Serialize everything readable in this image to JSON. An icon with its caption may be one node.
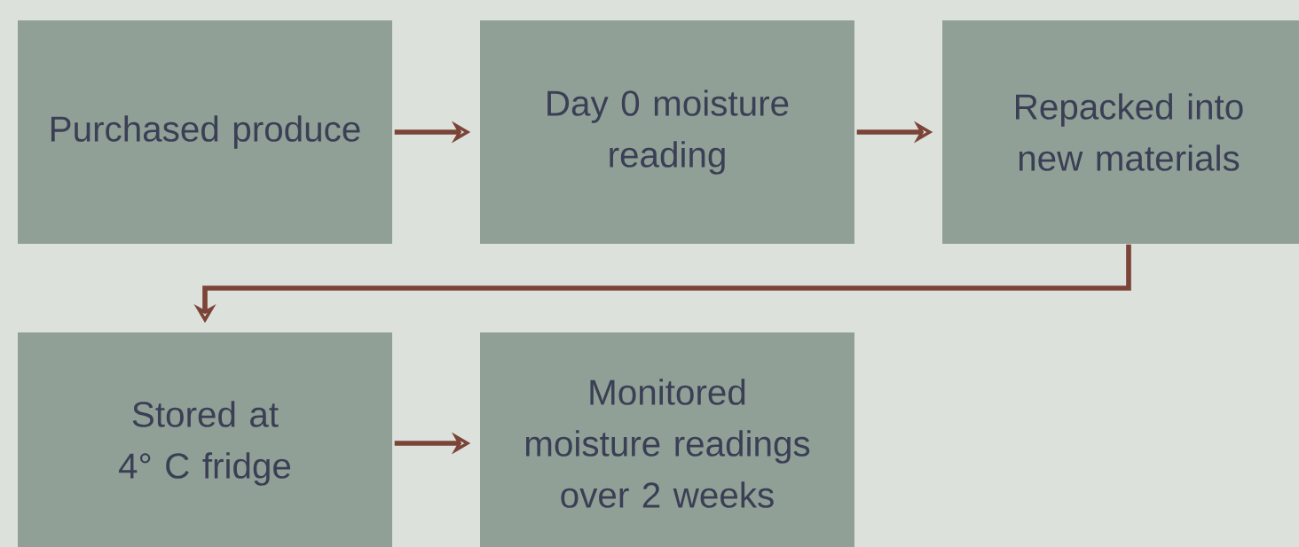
{
  "diagram": {
    "nodes": [
      {
        "text": [
          "Purchased produce"
        ]
      },
      {
        "text": [
          "Day 0 moisture reading"
        ]
      },
      {
        "text": [
          "Repacked into new materials"
        ]
      },
      {
        "text": [
          "Stored at 4° C fridge"
        ]
      },
      {
        "text": [
          "Monitored moisture readings over 2 weeks"
        ]
      }
    ],
    "edges": [
      {
        "from": 0,
        "to": 1,
        "arrow": "to"
      },
      {
        "from": 1,
        "to": 2,
        "arrow": "to"
      },
      {
        "from": 2,
        "to": 3,
        "arrow": "to"
      },
      {
        "from": 3,
        "to": 4,
        "arrow": "to"
      }
    ]
  }
}
